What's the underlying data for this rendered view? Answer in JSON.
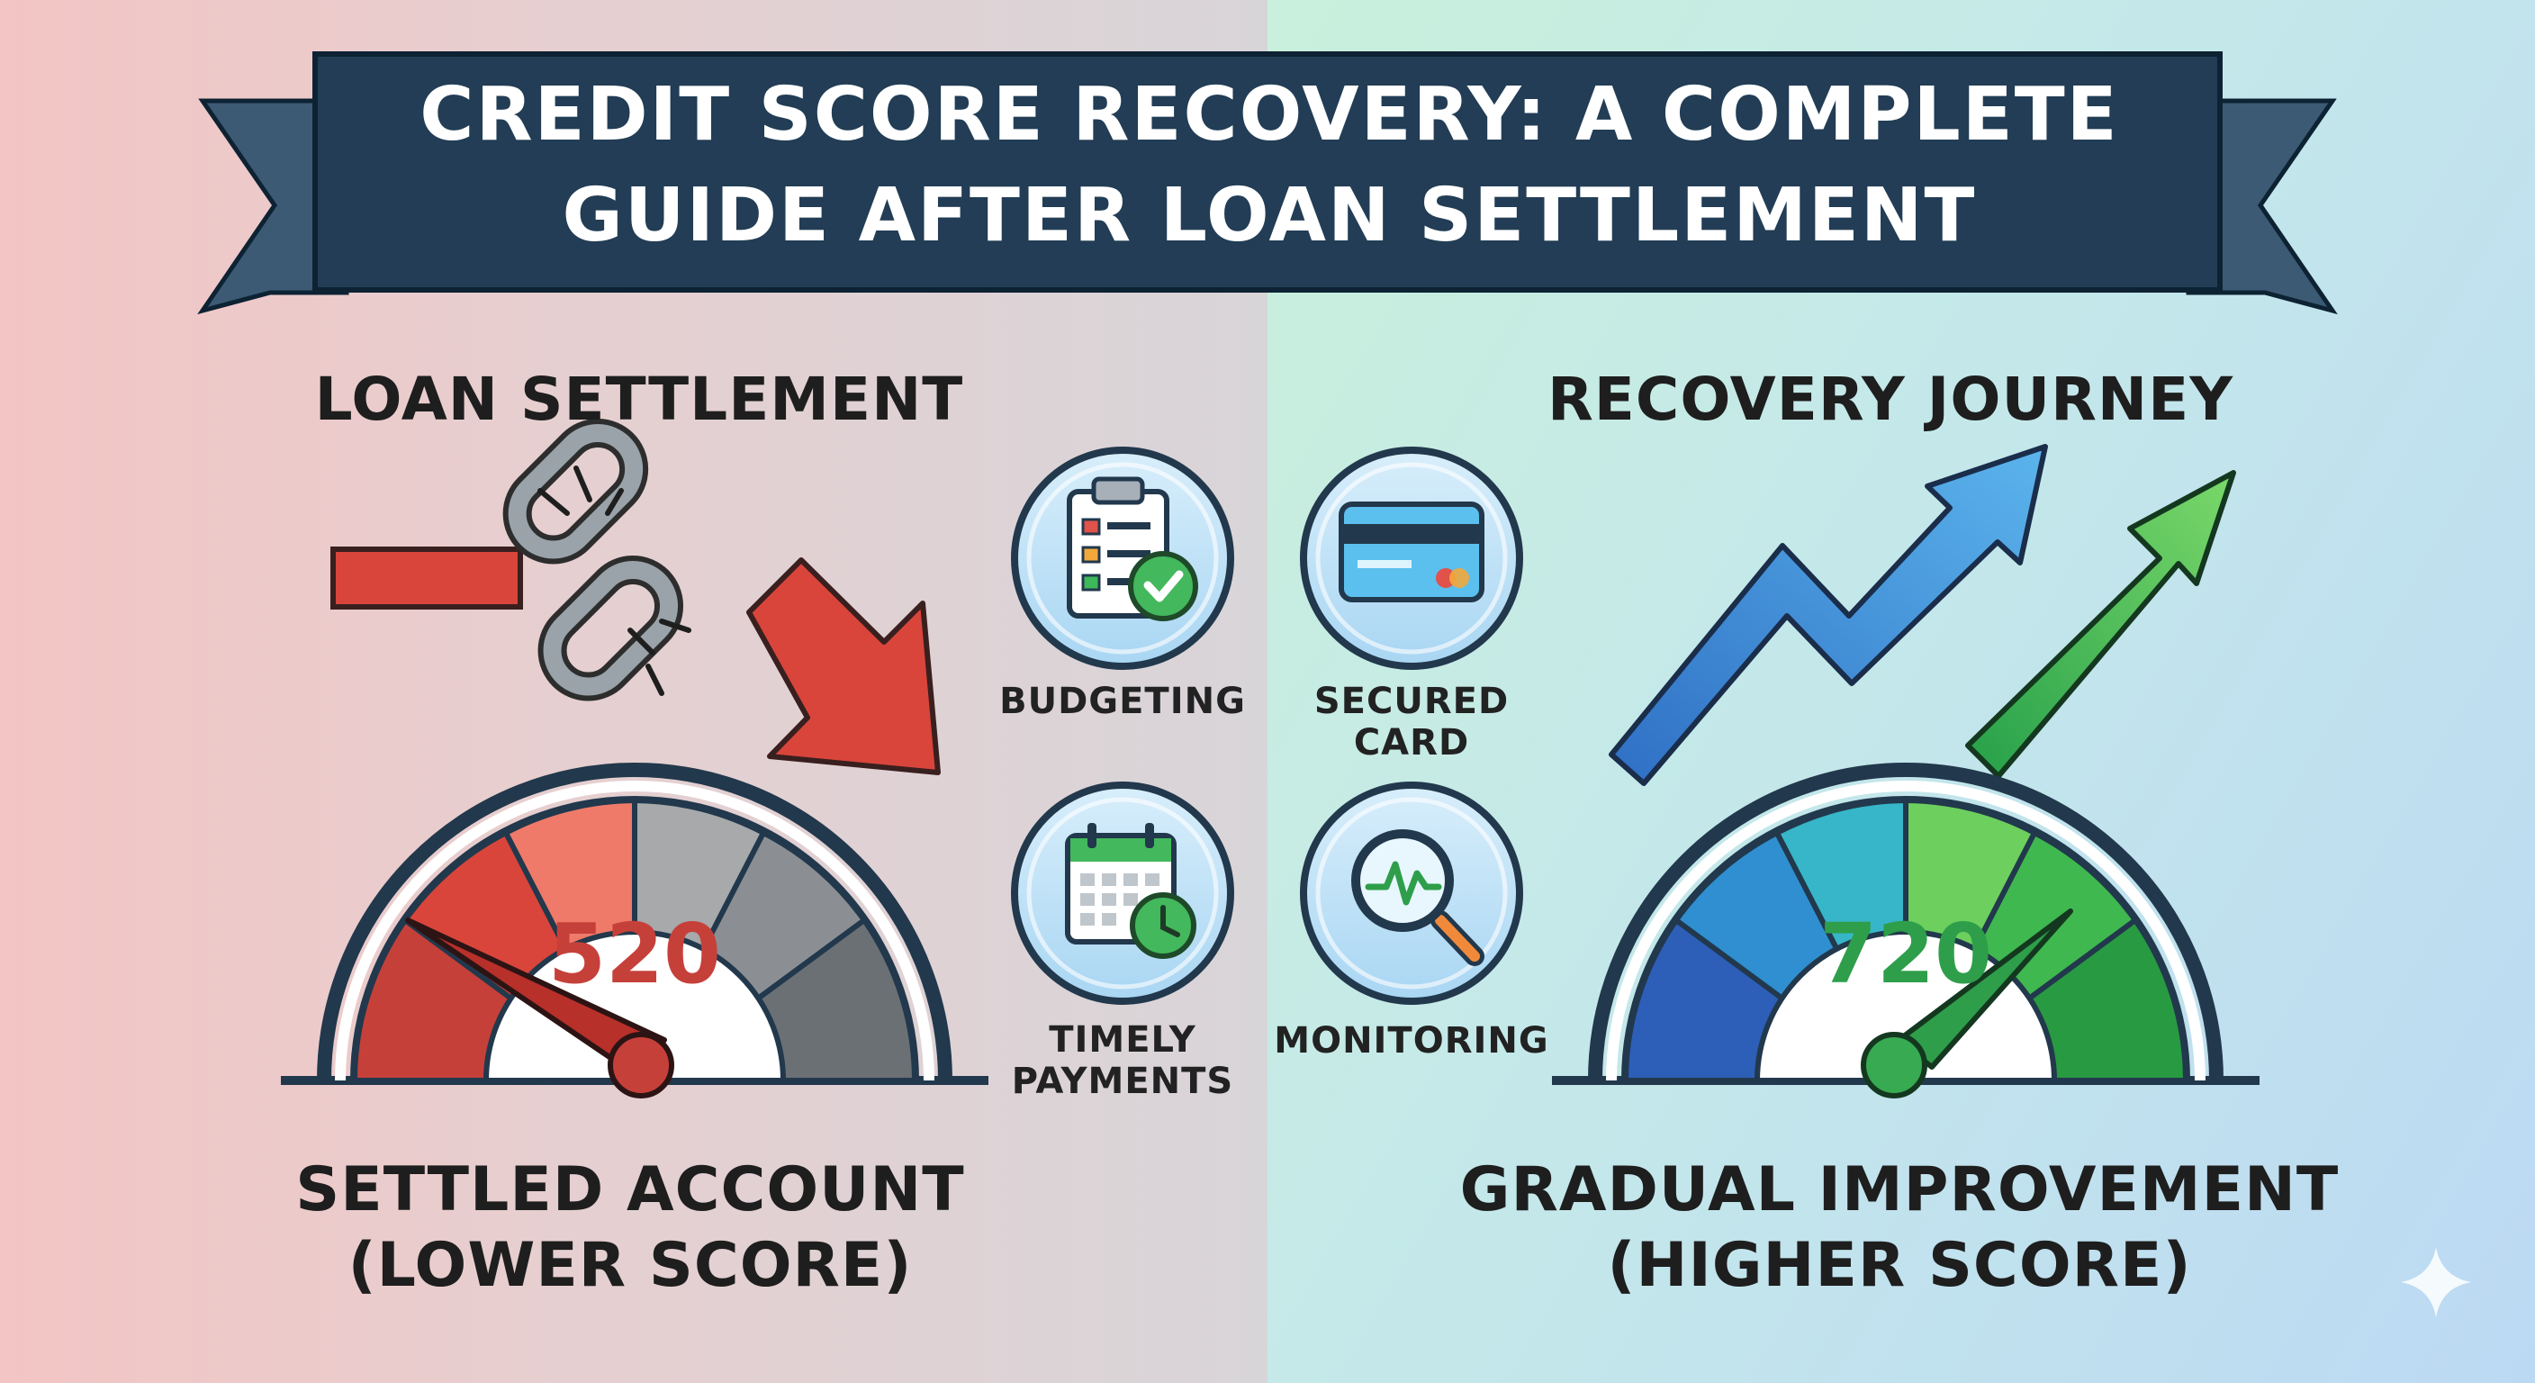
{
  "title": {
    "line1": "CREDIT SCORE RECOVERY: A COMPLETE",
    "line2": "GUIDE AFTER LOAN SETTLEMENT"
  },
  "left": {
    "heading": "LOAN SETTLEMENT",
    "score": "520",
    "caption_line1": "SETTLED ACCOUNT",
    "caption_line2": "(LOWER SCORE)"
  },
  "right": {
    "heading": "RECOVERY JOURNEY",
    "score": "720",
    "caption_line1": "GRADUAL IMPROVEMENT",
    "caption_line2": "(HIGHER SCORE)"
  },
  "steps": {
    "budgeting": "BUDGETING",
    "secured_line1": "SECURED",
    "secured_line2": "CARD",
    "timely_line1": "TIMELY",
    "timely_line2": "PAYMENTS",
    "monitoring": "MONITORING"
  },
  "icons": {
    "left": [
      "minus-icon",
      "broken-chain-icon",
      "down-arrow-icon",
      "gauge-icon"
    ],
    "right": [
      "up-arrow-icon",
      "gauge-icon"
    ],
    "steps": [
      "clipboard-check-icon",
      "credit-card-icon",
      "calendar-clock-icon",
      "magnifier-chart-icon"
    ]
  },
  "colors": {
    "navy": "#223d55",
    "red": "#d9453b",
    "green": "#2e9e4a",
    "blue": "#2e7fc8"
  }
}
